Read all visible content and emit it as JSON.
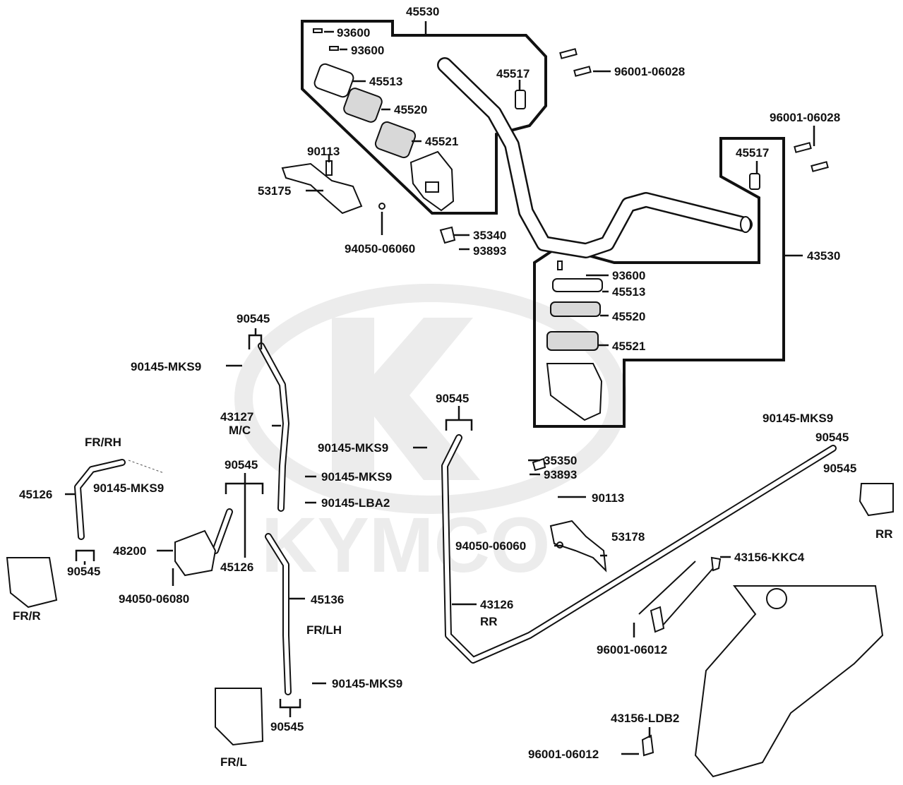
{
  "watermark": "KYMCO",
  "colors": {
    "line": "#111111",
    "watermark": "#ececec",
    "background": "#ffffff"
  },
  "labels": {
    "l45530": "45530",
    "l93600a": "93600",
    "l93600b": "93600",
    "l45513a": "45513",
    "l45520a": "45520",
    "l45521a": "45521",
    "l45517a": "45517",
    "l96001_06028a": "96001-06028",
    "l96001_06028b": "96001-06028",
    "l45517b": "45517",
    "l90113a": "90113",
    "l53175": "53175",
    "l35340": "35340",
    "l93893a": "93893",
    "l94050_06060a": "94050-06060",
    "l43530": "43530",
    "l93600c": "93600",
    "l45513b": "45513",
    "l45520b": "45520",
    "l45521b": "45521",
    "l90545a": "90545",
    "l90145_MKS9a": "90145-MKS9",
    "l43127": "43127",
    "lMC": "M/C",
    "lFRRH": "FR/RH",
    "l45126a": "45126",
    "l90145_MKS9b": "90145-MKS9",
    "l90545b": "90545",
    "l90145_MKS9c": "90145-MKS9",
    "l90145_LBA2": "90145-LBA2",
    "l48200": "48200",
    "l45126b": "45126",
    "l90545c": "90545",
    "l94050_06080": "94050-06080",
    "lFRR": "FR/R",
    "l45136": "45136",
    "lFRLH": "FR/LH",
    "l90145_MKS9d": "90145-MKS9",
    "l90545d": "90545",
    "lFRL": "FR/L",
    "l90545e": "90545",
    "l90145_MKS9e": "90145-MKS9",
    "l35350": "35350",
    "l93893b": "93893",
    "l90113b": "90113",
    "l53178": "53178",
    "l94050_06060b": "94050-06060",
    "l43126": "43126",
    "lRR1": "RR",
    "l90145_MKS9f": "90145-MKS9",
    "l90545f": "90545",
    "l90545g": "90545",
    "lRR2": "RR",
    "l43156_KKC4": "43156-KKC4",
    "l96001_06012a": "96001-06012",
    "l43156_LDB2": "43156-LDB2",
    "l96001_06012b": "96001-06012"
  }
}
